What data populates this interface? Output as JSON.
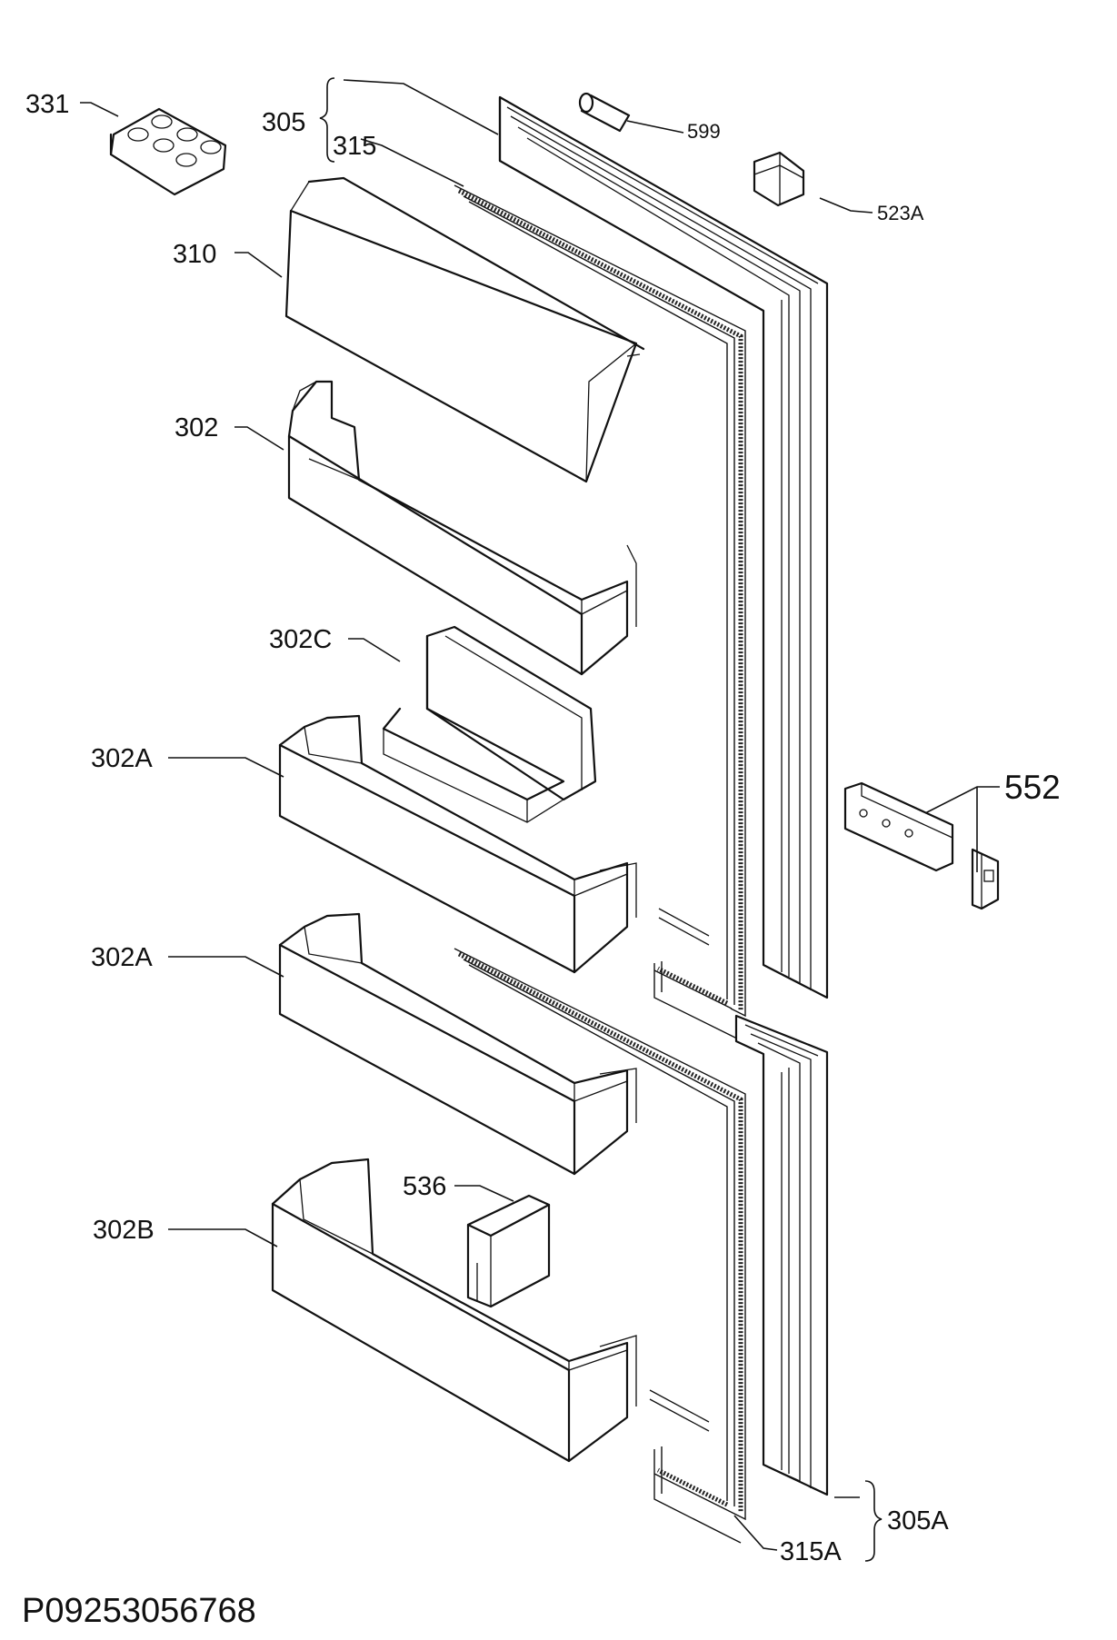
{
  "labels": {
    "l331": "331",
    "l305": "305",
    "l315": "315",
    "l599": "599",
    "l523a": "523A",
    "l310": "310",
    "l302": "302",
    "l302c": "302C",
    "l302a_1": "302A",
    "l552": "552",
    "l302a_2": "302A",
    "l536": "536",
    "l302b": "302B",
    "l305a": "305A",
    "l315a": "315A"
  },
  "document_code": "P09253056768"
}
